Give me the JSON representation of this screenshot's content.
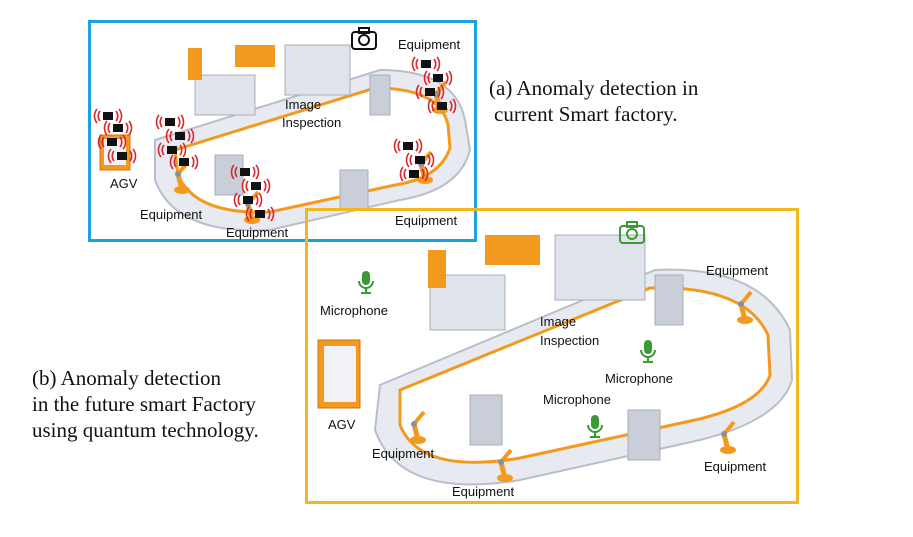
{
  "panel_a": {
    "caption_line1": "(a) Anomaly detection in",
    "caption_line2": "current Smart factory.",
    "labels": {
      "equipment_top": "Equipment",
      "image_line1": "Image",
      "image_line2": "Inspection",
      "agv": "AGV",
      "equipment_left": "Equipment",
      "equipment_bottom": "Equipment",
      "equipment_right": "Equipment"
    },
    "icons": [
      "camera-icon",
      "sensor-waves-icon"
    ]
  },
  "panel_b": {
    "caption_line1": "(b) Anomaly detection",
    "caption_line2": "in the future smart Factory",
    "caption_line3": "using quantum technology.",
    "labels": {
      "equipment_top_right": "Equipment",
      "microphone_left": "Microphone",
      "image_line1": "Image",
      "image_line2": "Inspection",
      "microphone_mid": "Microphone",
      "microphone_bottom": "Microphone",
      "agv": "AGV",
      "equipment_left": "Equipment",
      "equipment_bottom": "Equipment",
      "equipment_right": "Equipment"
    },
    "icons": [
      "camera-icon",
      "microphone-icon"
    ]
  },
  "colors": {
    "panel_a_border": "#1aa3dc",
    "panel_b_border": "#f2b71c",
    "conveyor_orange": "#f39a1e",
    "machine_gray": "#dfe3ea",
    "sensor_red": "#d9272e",
    "microphone_green": "#3a9a35"
  }
}
